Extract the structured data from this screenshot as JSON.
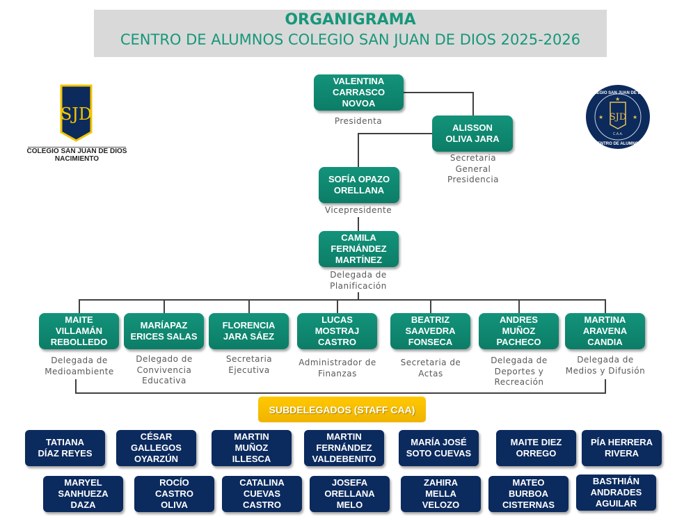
{
  "title": {
    "line1": "ORGANIGRAMA",
    "line2": "CENTRO DE ALUMNOS COLEGIO SAN JUAN DE DIOS 2025-2026"
  },
  "logo_left": {
    "monogram": "SJD",
    "name": "COLEGIO SAN JUAN DE DIOS",
    "city": "NACIMIENTO"
  },
  "logo_right": {
    "monogram": "SJD",
    "ring_top": "COLEGIO SAN JUAN DE DIOS",
    "ring_bottom": "CENTRO DE ALUMNOS",
    "banner": "C.A.A."
  },
  "leaders": [
    {
      "name": "VALENTINA\nCARRASCO\nNOVOA",
      "role": "Presidenta"
    },
    {
      "name": "ALISSON\nOLIVA JARA",
      "role": "Secretaria\nGeneral\nPresidencia"
    },
    {
      "name": "SOFÍA OPAZO\nORELLANA",
      "role": "Vicepresidente"
    },
    {
      "name": "CAMILA\nFERNÁNDEZ\nMARTÍNEZ",
      "role": "Delegada de\nPlanificación"
    }
  ],
  "delegates": [
    {
      "name": "MAITE\nVILLAMÁN\nREBOLLEDO",
      "role": "Delegada de\nMedioambiente"
    },
    {
      "name": "MARÍAPAZ\nERICES SALAS",
      "role": "Delegado de\nConvivencia\nEducativa"
    },
    {
      "name": "FLORENCIA\nJARA SÁEZ",
      "role": "Secretaria\nEjecutiva"
    },
    {
      "name": "LUCAS\nMOSTRAJ\nCASTRO",
      "role": "Administrador de\nFinanzas"
    },
    {
      "name": "BEATRIZ\nSAAVEDRA\nFONSECA",
      "role": "Secretaria de\nActas"
    },
    {
      "name": "ANDRES\nMUÑOZ\nPACHECO",
      "role": "Delegada de\nDeportes y\nRecreación"
    },
    {
      "name": "MARTINA\nARAVENA\nCANDIA",
      "role": "Delegada de\nMedios y Difusión"
    }
  ],
  "subdelegados_label": "SUBDELEGADOS (STAFF CAA)",
  "staff_row1": [
    "TATIANA\nDÍAZ  REYES",
    "CÉSAR\nGALLEGOS\nOYARZÚN",
    "MARTIN\nMUÑOZ\nILLESCA",
    "MARTIN\nFERNÁNDEZ\nVALDEBENITO",
    "MARÍA JOSÉ\nSOTO CUEVAS",
    "MAITE DIEZ\nORREGO",
    "PÍA HERRERA\nRIVERA"
  ],
  "staff_row2": [
    "MARYEL\nSANHUEZA\nDAZA",
    "ROCÍO\nCASTRO\nOLIVA",
    "CATALINA\nCUEVAS\nCASTRO",
    "JOSEFA\nORELLANA\nMELO",
    "ZAHIRA\nMELLA\nVELOZO",
    "MATEO\nBURBOA\nCISTERNAS",
    "BASTHIÁN\nANDRADES\nAGUILAR"
  ],
  "colors": {
    "teal": "#0f8a72",
    "navy": "#0b2a5e",
    "yellow": "#f5c200",
    "title_bg": "#d9d9d9"
  }
}
